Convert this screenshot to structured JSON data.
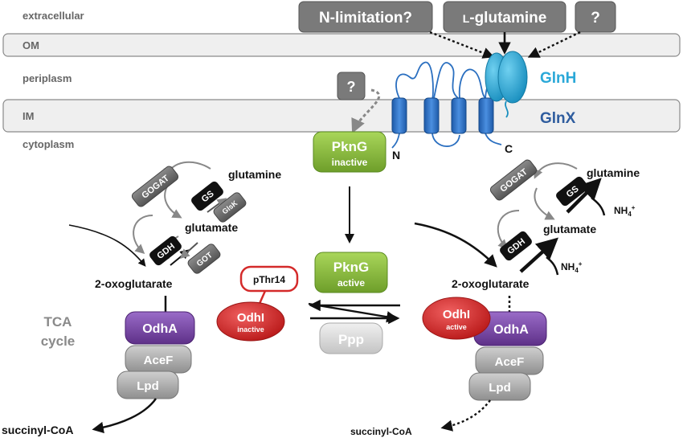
{
  "compartments": {
    "extracellular": "extracellular",
    "om": "OM",
    "periplasm": "periplasm",
    "im": "IM",
    "cytoplasm": "cytoplasm"
  },
  "signals": {
    "n_limitation": "N-limitation?",
    "glutamine_prefix": "L",
    "glutamine_rest": "-glutamine",
    "unknown": "?",
    "unknown_periplasm": "?"
  },
  "proteins": {
    "glnh": "GlnH",
    "glnx": "GlnX",
    "glnx_n": "N",
    "glnx_c": "C",
    "pkng_name": "PknG",
    "pkng_inactive_state": "inactive",
    "pkng_active_state": "active",
    "ppp": "Ppp",
    "pthr": "pThr14",
    "odhi_name": "OdhI",
    "odhi_inactive_state": "inactive",
    "odhi_active_state": "active"
  },
  "left_panel": {
    "gogat": "GOGAT",
    "gs": "GS",
    "glsk": "GlsK",
    "gdh": "GDH",
    "got": "GOT",
    "glutamine": "glutamine",
    "glutamate": "glutamate",
    "oxoglutarate": "2-oxoglutarate",
    "tca_line1": "TCA",
    "tca_line2": "cycle",
    "odha": "OdhA",
    "acef": "AceF",
    "lpd": "Lpd",
    "succinyl": "succinyl-CoA"
  },
  "right_panel": {
    "gogat": "GOGAT",
    "gs": "GS",
    "gdh": "GDH",
    "glutamine": "glutamine",
    "glutamate": "glutamate",
    "nh4_gs_base": "NH",
    "nh4_gs_sub": "4",
    "nh4_gs_sup": "+",
    "nh4_gdh_base": "NH",
    "nh4_gdh_sub": "4",
    "nh4_gdh_sup": "+",
    "oxoglutarate": "2-oxoglutarate",
    "odha": "OdhA",
    "acef": "AceF",
    "lpd": "Lpd",
    "succinyl": "succinyl-CoA"
  },
  "colors": {
    "membrane_fill": "#efefef",
    "grey_box": "#7a7a7a",
    "green": "#8cbf3f",
    "purple": "#7b4aa8",
    "red": "#d42a2a",
    "blue": "#2a6fc0",
    "cyan": "#2aa8d8"
  }
}
